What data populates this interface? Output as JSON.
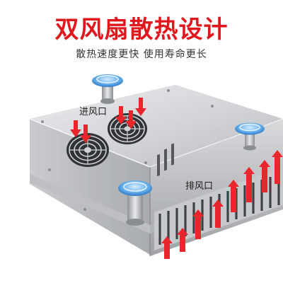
{
  "headline": "双风扇散热设计",
  "subline": "散热速度更快 使用寿命更长",
  "labels": {
    "inlet": "进风口",
    "exhaust": "排风口"
  },
  "colors": {
    "headline": "#e0181d",
    "arrow": "#e8262b",
    "steel_light": "#e3e4e6",
    "steel_mid": "#c3c5c8",
    "steel_dark": "#8f9296",
    "foot_glass": "#5aa6e8"
  },
  "icons": [
    "fan-icon",
    "arrow-down-icon",
    "arrow-up-icon",
    "foot-icon"
  ]
}
